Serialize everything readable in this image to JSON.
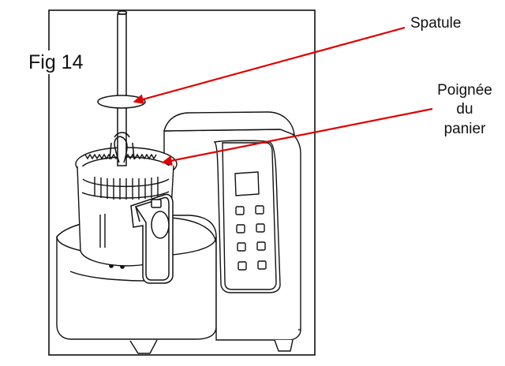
{
  "figure": {
    "label": "Fig 14"
  },
  "callouts": {
    "spatule": "Spatule",
    "basket_handle": [
      "Poignée",
      "du",
      "panier"
    ]
  },
  "colors": {
    "line_art": "#111111",
    "arrow": "#e00000",
    "background": "#ffffff"
  },
  "icons": {
    "appliance": "cooking-machine-illustration",
    "spatula": "spatula-illustration",
    "basket": "steam-basket-illustration"
  }
}
